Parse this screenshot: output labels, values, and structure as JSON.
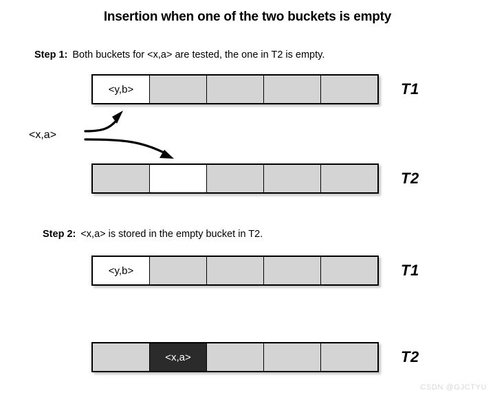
{
  "title": "Insertion when one of the two buckets is empty",
  "steps": [
    {
      "label": "Step 1:",
      "text": "Both buckets for <x,a> are tested, the one in T2 is empty."
    },
    {
      "label": "Step 2:",
      "text": "<x,a> is stored in the empty bucket in T2."
    }
  ],
  "key": "<x,a>",
  "tables": [
    {
      "name": "T1",
      "tag": "T1",
      "step": 1,
      "cells": [
        {
          "value": "<y,b>",
          "state": "occupied-highlight"
        },
        {
          "value": "",
          "state": "filled"
        },
        {
          "value": "",
          "state": "filled"
        },
        {
          "value": "",
          "state": "filled"
        },
        {
          "value": "",
          "state": "filled"
        }
      ]
    },
    {
      "name": "T2",
      "tag": "T2",
      "step": 1,
      "cells": [
        {
          "value": "",
          "state": "filled"
        },
        {
          "value": "",
          "state": "empty"
        },
        {
          "value": "",
          "state": "filled"
        },
        {
          "value": "",
          "state": "filled"
        },
        {
          "value": "",
          "state": "filled"
        }
      ]
    },
    {
      "name": "T1",
      "tag": "T1",
      "step": 2,
      "cells": [
        {
          "value": "<y,b>",
          "state": "occupied-highlight"
        },
        {
          "value": "",
          "state": "filled"
        },
        {
          "value": "",
          "state": "filled"
        },
        {
          "value": "",
          "state": "filled"
        },
        {
          "value": "",
          "state": "filled"
        }
      ]
    },
    {
      "name": "T2",
      "tag": "T2",
      "step": 2,
      "cells": [
        {
          "value": "",
          "state": "filled"
        },
        {
          "value": "<x,a>",
          "state": "inserted"
        },
        {
          "value": "",
          "state": "filled"
        },
        {
          "value": "",
          "state": "filled"
        },
        {
          "value": "",
          "state": "filled"
        }
      ]
    }
  ],
  "arrows": [
    {
      "name": "arrow-to-t1-bucket",
      "from": "<x,a>",
      "to": "T1 bucket 1"
    },
    {
      "name": "arrow-to-t2-bucket",
      "from": "<x,a>",
      "to": "T2 bucket 2"
    }
  ],
  "colors": {
    "filled_bucket": "#d4d4d4",
    "empty_bucket": "#ffffff",
    "inserted_bucket": "#2b2b2b",
    "border": "#000000",
    "watermark": "#d8d8d8"
  },
  "watermark": "CSDN @GJCTYU"
}
